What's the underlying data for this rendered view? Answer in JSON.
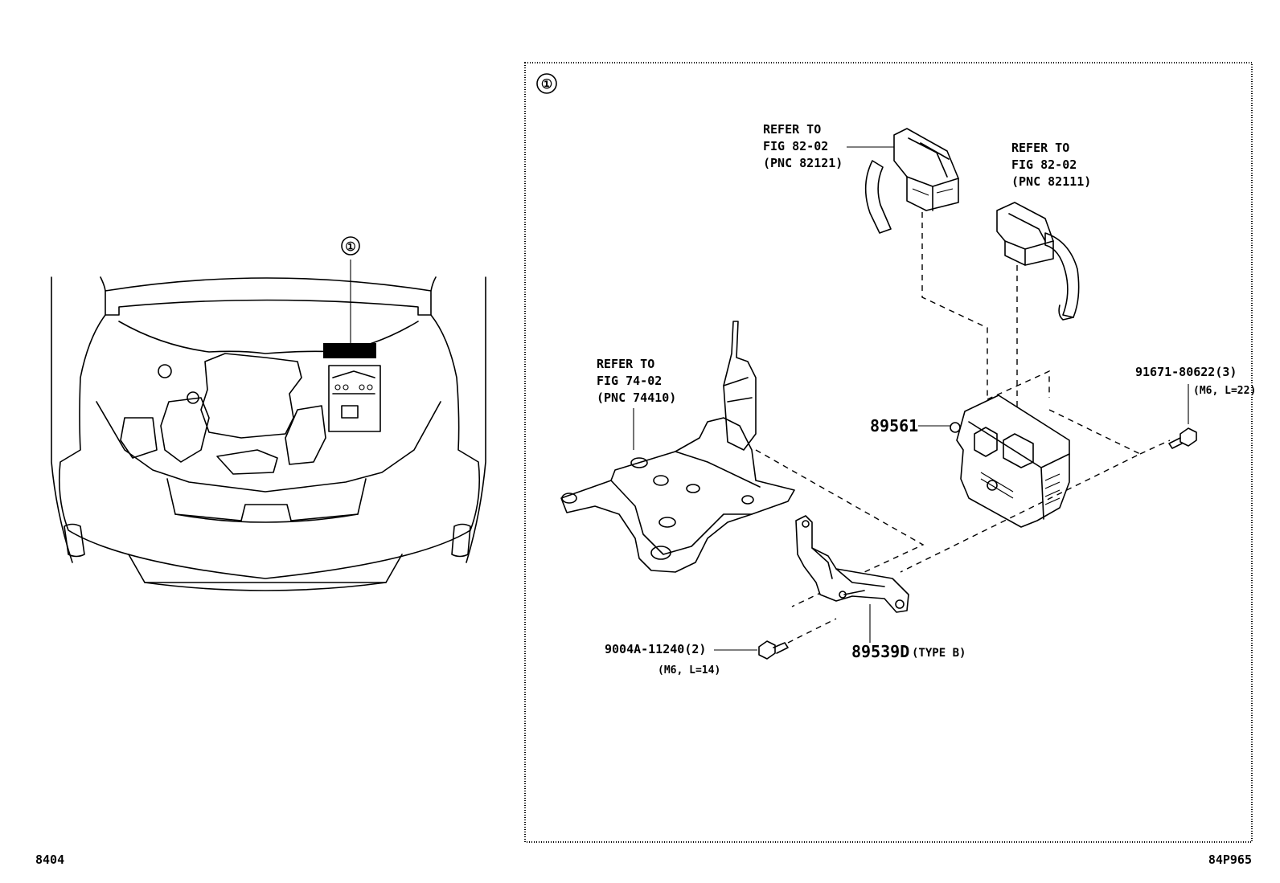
{
  "overview": {
    "callout": "①"
  },
  "detail": {
    "frame_callout": "①",
    "refs": [
      {
        "lines": [
          "REFER TO",
          "FIG 82-02",
          "(PNC 82121)"
        ]
      },
      {
        "lines": [
          "REFER TO",
          "FIG 82-02",
          "(PNC 82111)"
        ]
      },
      {
        "lines": [
          "REFER TO",
          "FIG 74-02",
          "(PNC 74410)"
        ]
      }
    ],
    "parts": {
      "computer": "89561",
      "bracket": "89539D",
      "bracket_note": "(TYPE B)",
      "bolt_right": "91671-80622(3)",
      "bolt_right_spec": "(M6, L=22)",
      "bolt_left": "9004A-11240(2)",
      "bolt_left_spec": "(M6, L=14)"
    }
  },
  "footer": {
    "left_code": "8404",
    "right_code": "84P965"
  }
}
